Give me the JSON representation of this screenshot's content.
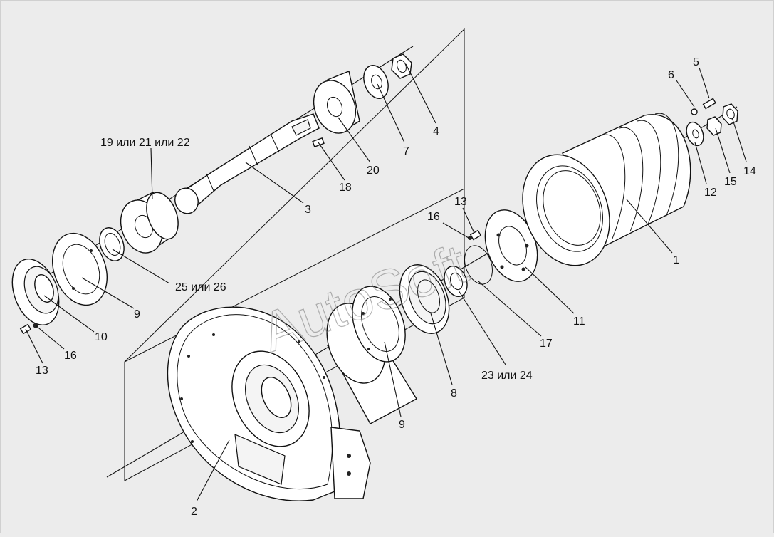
{
  "watermark": "AutoSoft",
  "callouts": [
    {
      "id": "c1",
      "text": "1"
    },
    {
      "id": "c2",
      "text": "2"
    },
    {
      "id": "c3",
      "text": "3"
    },
    {
      "id": "c4",
      "text": "4"
    },
    {
      "id": "c5",
      "text": "5"
    },
    {
      "id": "c6",
      "text": "6"
    },
    {
      "id": "c7",
      "text": "7"
    },
    {
      "id": "c8",
      "text": "8"
    },
    {
      "id": "c9a",
      "text": "9"
    },
    {
      "id": "c9b",
      "text": "9"
    },
    {
      "id": "c10",
      "text": "10"
    },
    {
      "id": "c11",
      "text": "11"
    },
    {
      "id": "c12",
      "text": "12"
    },
    {
      "id": "c13a",
      "text": "13"
    },
    {
      "id": "c13b",
      "text": "13"
    },
    {
      "id": "c14",
      "text": "14"
    },
    {
      "id": "c15",
      "text": "15"
    },
    {
      "id": "c16a",
      "text": "16"
    },
    {
      "id": "c16b",
      "text": "16"
    },
    {
      "id": "c17",
      "text": "17"
    },
    {
      "id": "c18",
      "text": "18"
    },
    {
      "id": "c19",
      "text": "19 или 21 или 22"
    },
    {
      "id": "c20",
      "text": "20"
    },
    {
      "id": "c23",
      "text": "23 или 24"
    },
    {
      "id": "c25",
      "text": "25 или 26"
    }
  ]
}
